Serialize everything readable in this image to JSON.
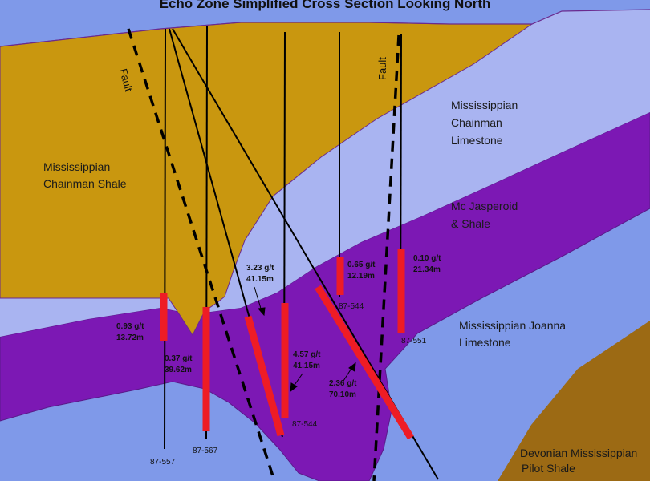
{
  "title": "Echo Zone Simplified Cross Section Looking North",
  "colors": {
    "chainman_shale": "#c9970f",
    "chainman_limestone": "#a9b4f1",
    "jasperoid": "#7c18b4",
    "joanna_limestone": "#7f99e9",
    "pilot_shale": "#9c6a14",
    "intercept": "#ee1c25"
  },
  "units": {
    "chainman_shale": [
      "Mississippian",
      "Chainman Shale"
    ],
    "chainman_limestone": [
      "Mississippian",
      "Chainman",
      "Limestone"
    ],
    "jasperoid": [
      "Mc Jasperoid",
      "& Shale"
    ],
    "joanna_limestone": [
      "Mississippian Joanna",
      "Limestone"
    ],
    "pilot_shale": [
      "Devonian Mississippian",
      "Pilot Shale"
    ]
  },
  "faults": [
    "Fault",
    "Fault"
  ],
  "intercepts": [
    {
      "grade": "0.93 g/t",
      "length": "13.72m"
    },
    {
      "grade": "0.37 g/t",
      "length": "39.62m"
    },
    {
      "grade": "3.23 g/t",
      "length": "41.15m"
    },
    {
      "grade": "4.57 g/t",
      "length": "41.15m"
    },
    {
      "grade": "0.65 g/t",
      "length": "12.19m"
    },
    {
      "grade": "0.10 g/t",
      "length": "21.34m"
    },
    {
      "grade": "2.36 g/t",
      "length": "70.10m"
    }
  ],
  "holes": [
    "87-557",
    "87-567",
    "87-544",
    "87-544",
    "87-551"
  ]
}
